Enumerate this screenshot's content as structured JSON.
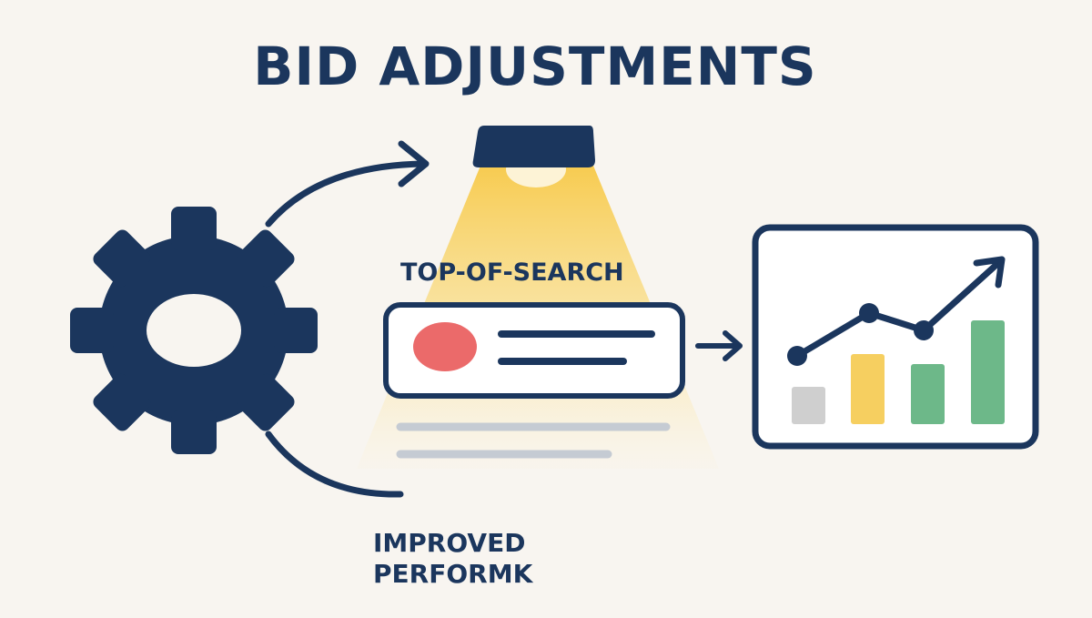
{
  "title": "BID ADJUSTMENTS",
  "spotlight_label": "TOP-OF-SEARCH",
  "caption": {
    "line1": "IMPROVED",
    "line2": "PERFORMK"
  },
  "colors": {
    "background": "#f8f5f0",
    "navy": "#1b365d",
    "spotlight": "#f7c948",
    "ad_dot": "#eb6a6a",
    "placeholder_lines": "#c5cbd3",
    "bar_gray": "#cfcfcf",
    "bar_yellow": "#f6cf60",
    "bar_green": "#6db889"
  },
  "icons": {
    "settings": "gear-icon",
    "spotlight": "spotlight-lamp-icon",
    "performance": "growth-chart-icon"
  }
}
